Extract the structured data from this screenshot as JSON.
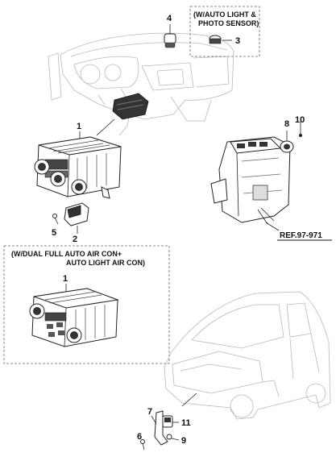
{
  "callouts": {
    "c1": "1",
    "c1b": "1",
    "c2": "2",
    "c3": "3",
    "c4": "4",
    "c5": "5",
    "c6": "6",
    "c7": "7",
    "c8": "8",
    "c9": "9",
    "c10": "10",
    "c11": "11"
  },
  "boxes": {
    "top_line1": "(W/AUTO LIGHT &",
    "top_line2": "PHOTO SENSOR)",
    "mid_line1": "(W/DUAL FULL AUTO AIR CON+",
    "mid_line2": "AUTO LIGHT AIR CON)"
  },
  "ref_label": "REF.97-971"
}
